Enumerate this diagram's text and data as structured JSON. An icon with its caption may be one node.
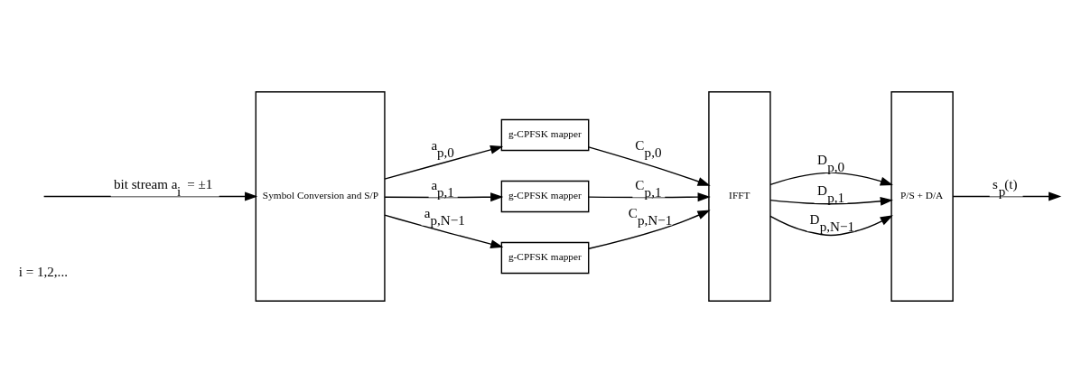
{
  "diagram": {
    "nodes": [
      {
        "text": [
          "Symbol Conversion and S/P"
        ]
      },
      {
        "text": [
          "g-CPFSK mapper"
        ]
      },
      {
        "text": [
          "g-CPFSK mapper"
        ]
      },
      {
        "text": [
          "g-CPFSK mapper"
        ]
      },
      {
        "text": [
          "IFFT"
        ]
      },
      {
        "text": [
          "P/S + D/A"
        ]
      }
    ],
    "edges": [
      {
        "from": null,
        "to": 0,
        "arrow": "to",
        "label": "bit stream a$_{i}$ = ±1"
      },
      {
        "from": 0,
        "to": 1,
        "arrow": "to",
        "label": "a$_{p,0}$"
      },
      {
        "from": 0,
        "to": 2,
        "arrow": "to",
        "label": "a$_{p,1}$"
      },
      {
        "from": 0,
        "to": 3,
        "arrow": "to",
        "label": "a$_{p,N−1}$"
      },
      {
        "from": 1,
        "to": 4,
        "arrow": "to",
        "label": "C$_{p,0}$"
      },
      {
        "from": 2,
        "to": 4,
        "arrow": "to",
        "label": "C$_{p,1}$"
      },
      {
        "from": 3,
        "to": 4,
        "arrow": "to",
        "label": "C$_{p,N−1}$"
      },
      {
        "from": 4,
        "to": 5,
        "arrow": "to",
        "label": "D$_{p,0}$"
      },
      {
        "from": 4,
        "to": 5,
        "arrow": "to",
        "label": "D$_{p,1}$"
      },
      {
        "from": 4,
        "to": 5,
        "arrow": "to",
        "label": "D$_{p,N−1}$"
      },
      {
        "from": 5,
        "to": null,
        "arrow": "to",
        "label": "s$_{p}$(t)"
      }
    ],
    "labels": [
      "i = 1,2,..."
    ]
  }
}
